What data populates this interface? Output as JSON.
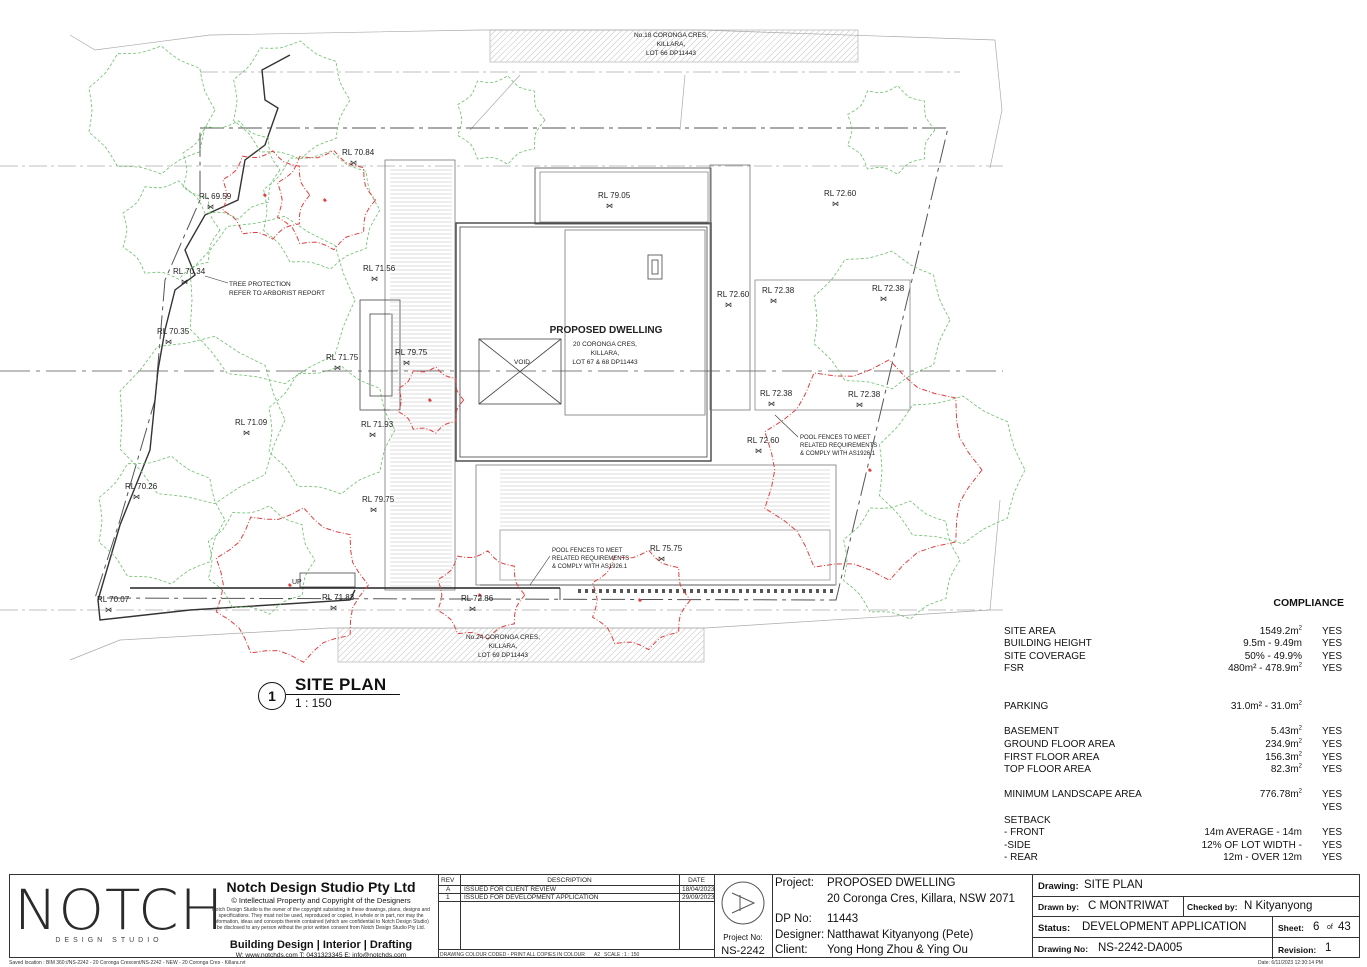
{
  "plan": {
    "neighbor_top": [
      "No.18 CORONGA CRES,",
      "KILLARA,",
      "LOT 66 DP11443"
    ],
    "neighbor_bottom": [
      "No.24 CORONGA CRES,",
      "KILLARA,",
      "LOT 69 DP11443"
    ],
    "dwelling_title": "PROPOSED DWELLING",
    "dwelling_address": [
      "20 CORONGA CRES,",
      "KILLARA,",
      "LOT 67 & 68 DP11443"
    ],
    "void_label": "VOID",
    "up_label": "UP",
    "tree_note": [
      "TREE PROTECTION",
      "REFER TO ARBORIST REPORT"
    ],
    "pool_note_right": [
      "POOL FENCES TO MEET",
      "RELATED REQUIREMENTS",
      "& COMPLY WITH AS1926.1"
    ],
    "pool_note_bottom": [
      "POOL FENCES TO MEET",
      "RELATED REQUIREMENTS",
      "& COMPLY WITH AS1926.1"
    ],
    "levels": [
      "RL 70.84",
      "RL 69.59",
      "RL 79.05",
      "RL 72.60",
      "RL 70.34",
      "RL 71.56",
      "RL 72.60",
      "RL 72.38",
      "RL 72.38",
      "RL 70.35",
      "RL 71.75",
      "RL 79.75",
      "RL 72.38",
      "RL 72.38",
      "RL 71.09",
      "RL 71.93",
      "RL 72.60",
      "RL 70.26",
      "RL 79.75",
      "RL 75.75",
      "RL 70.07",
      "RL 71.83",
      "RL 72.86"
    ]
  },
  "site_title": {
    "number": "1",
    "title": "SITE PLAN",
    "scale": "1 : 150"
  },
  "compliance": {
    "heading": "COMPLIANCE",
    "rows_a": [
      {
        "label": "SITE AREA",
        "value": "1549.2m",
        "sup": "2",
        "ok": "YES"
      },
      {
        "label": "BUILDING HEIGHT",
        "value": "9.5m - 9.49m",
        "sup": "",
        "ok": "YES"
      },
      {
        "label": "SITE COVERAGE",
        "value": "50% - 49.9%",
        "sup": "",
        "ok": "YES"
      },
      {
        "label": "FSR",
        "value": "480m² - 478.9m",
        "sup": "2",
        "ok": "YES"
      }
    ],
    "parking": {
      "label": "PARKING",
      "value": "31.0m² - 31.0m",
      "sup": "2",
      "ok": ""
    },
    "rows_b": [
      {
        "label": "BASEMENT",
        "value": "5.43m",
        "sup": "2",
        "ok": "YES"
      },
      {
        "label": "GROUND FLOOR AREA",
        "value": "234.9m",
        "sup": "2",
        "ok": "YES"
      },
      {
        "label": "FIRST FLOOR AREA",
        "value": "156.3m",
        "sup": "2",
        "ok": "YES"
      },
      {
        "label": "TOP FLOOR AREA",
        "value": "82.3m",
        "sup": "2",
        "ok": "YES"
      }
    ],
    "landscape": {
      "label": "MINIMUM LANDSCAPE AREA",
      "value": "776.78m",
      "sup": "2",
      "ok": "YES",
      "ok2": "YES"
    },
    "setback_heading": "SETBACK",
    "setbacks": [
      {
        "label": "- FRONT",
        "value": "14m AVERAGE - 14m",
        "ok": "YES"
      },
      {
        "label": "-SIDE",
        "value": "12% OF LOT WIDTH -",
        "ok": "YES"
      },
      {
        "label": "- REAR",
        "value": "12m - OVER 12m",
        "ok": "YES"
      }
    ]
  },
  "titleblock": {
    "logo": "NOTCH",
    "logo_sub": "DESIGN STUDIO",
    "company": "Notch Design Studio Pty Ltd",
    "copyright": "© Intellectual Property and Copyright of the Designers",
    "disclaimer": "Notch Design Studio is the owner of the copyright subsisting in these drawings, plans, designs and specifications. They must not be used, reproduced or copied, in whole or in part, nor may the information, ideas and concepts therein contained (which are confidential to Notch Design Studio) be disclosed to any person without the prior written consent from Notch Design Studio Pty Ltd.",
    "services": "Building Design | Interior | Drafting",
    "contact": "W: www.notchds.com  T: 0431323345  E: info@notchds.com",
    "saved_location": "Saved location : BIM 360://NS-2242 - 20 Coronga Crescent/NS-2242 - NEW - 20 Coronga Cres - Killara.rvt",
    "rev_headers": {
      "rev": "REV",
      "desc": "DESCRIPTION",
      "date": "DATE"
    },
    "revisions": [
      {
        "rev": "A",
        "desc": "ISSUED FOR CLIENT REVIEW",
        "date": "18/04/2023"
      },
      {
        "rev": "1",
        "desc": "ISSUED FOR DEVELOPMENT APPLICATION",
        "date": "29/09/2023"
      }
    ],
    "colour_note": "DRAWING COLOUR CODED - PRINT ALL COPIES IN COLOUR",
    "paper": "A2",
    "scale_label": "SCALE :",
    "scale_value": "1 : 150",
    "project_no_label": "Project No:",
    "project_no": "NS-2242",
    "project_label": "Project:",
    "project": "PROPOSED DWELLING",
    "address": "20 Coronga Cres, Killara, NSW 2071",
    "dp_label": "DP No:",
    "dp": "11443",
    "designer_label": "Designer:",
    "designer": "Natthawat Kityanyong (Pete)",
    "client_label": "Client:",
    "client": "Yong Hong Zhou & Ying Ou",
    "drawing_label": "Drawing:",
    "drawing": "SITE PLAN",
    "drawn_label": "Drawn by:",
    "drawn": "C MONTRIWAT",
    "checked_label": "Checked by:",
    "checked": "N Kityanyong",
    "status_label": "Status:",
    "status": "DEVELOPMENT APPLICATION",
    "sheet_label": "Sheet:",
    "sheet": "6",
    "of_label": "of",
    "sheets_total": "43",
    "drawing_no_label": "Drawing No:",
    "drawing_no": "NS-2242-DA005",
    "revision_label": "Revision:",
    "revision": "1",
    "date_label": "Date:",
    "date": "6/11/2023 12:30:14 PM"
  }
}
